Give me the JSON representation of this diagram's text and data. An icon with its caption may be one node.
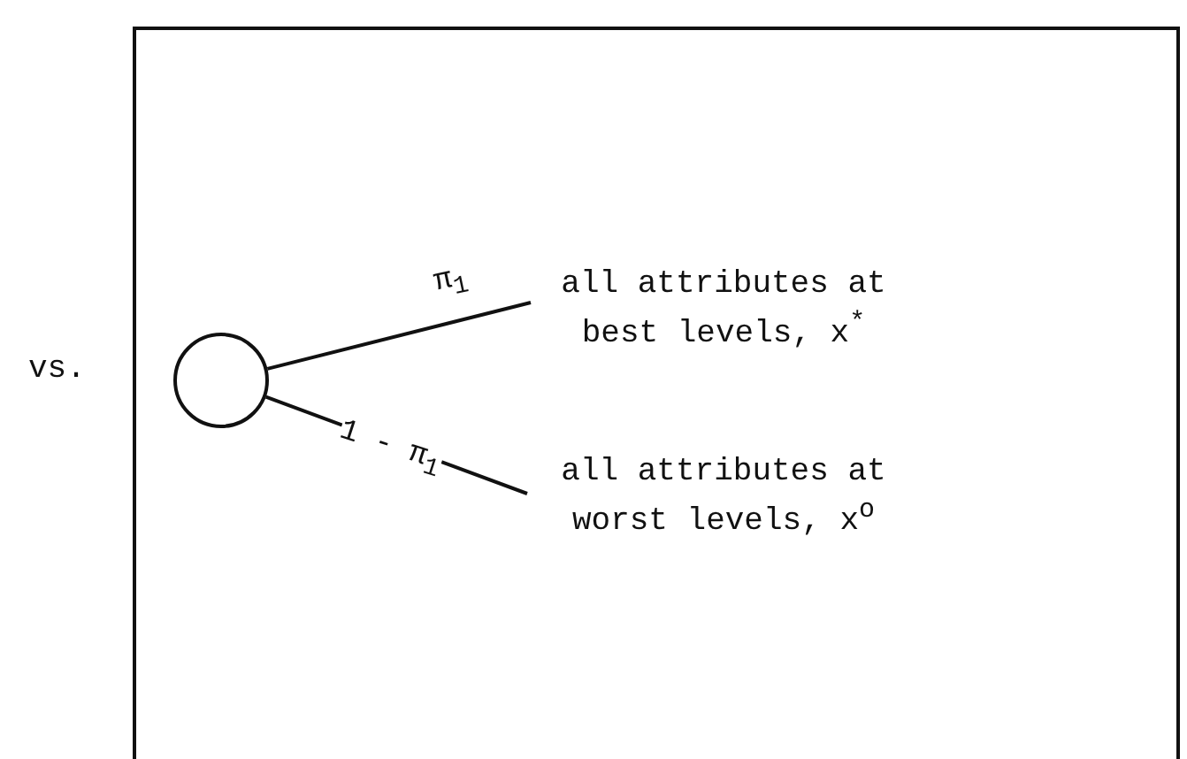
{
  "diagram": {
    "nodes": [
      {
        "text": [],
        "shape": "box"
      },
      {
        "text": [],
        "shape": "circle",
        "in": 0
      },
      {
        "text": [
          "all attributes at best levels, x$^{*}$"
        ],
        "in": 0
      },
      {
        "text": [
          "all attributes at worst levels, x$^{o}$"
        ],
        "in": 0
      }
    ],
    "edges": [
      {
        "from": 1,
        "to": 2,
        "arrow": "none",
        "label": "π$_{1}$"
      },
      {
        "from": 1,
        "to": 3,
        "arrow": "none",
        "label": "1 - π$_{1}$"
      }
    ],
    "labels": [
      "vs."
    ]
  }
}
